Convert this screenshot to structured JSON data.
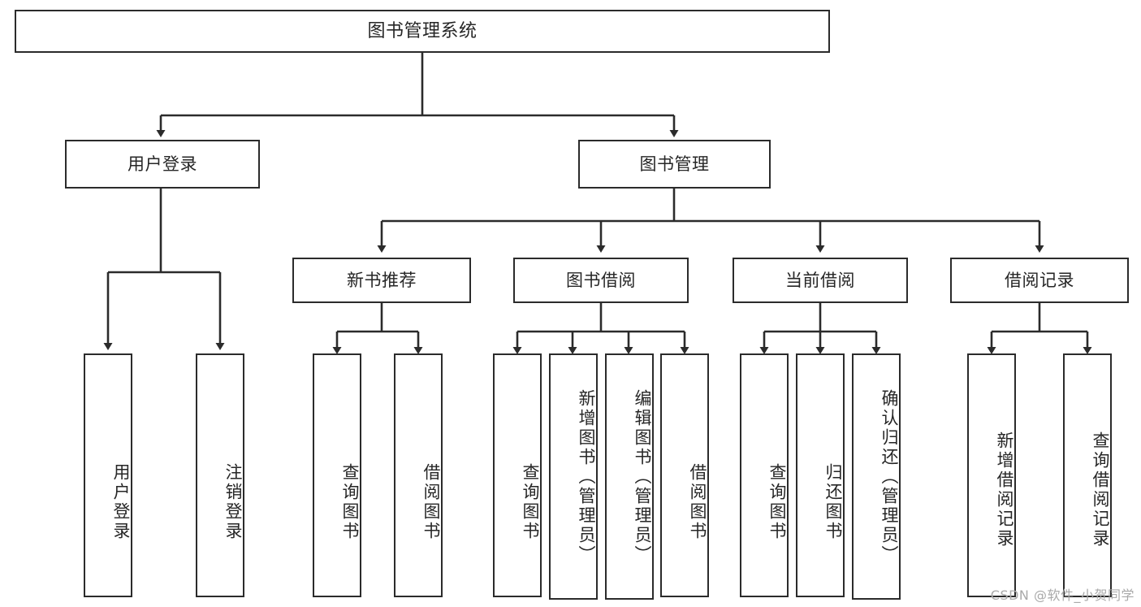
{
  "diagram": {
    "title": "图书管理系统",
    "watermark": "CSDN @软件_小贺同学",
    "colors": {
      "stroke": "#2b2b2b",
      "text": "#262626",
      "background": "#ffffff",
      "watermark": "#a9a9a9"
    },
    "root": {
      "label": "图书管理系统"
    },
    "level2": [
      {
        "label": "用户登录"
      },
      {
        "label": "图书管理"
      }
    ],
    "level3": [
      {
        "label": "新书推荐"
      },
      {
        "label": "图书借阅"
      },
      {
        "label": "当前借阅"
      },
      {
        "label": "借阅记录"
      }
    ],
    "leaves": {
      "user_login": [
        {
          "label": "用户登录"
        },
        {
          "label": "注销登录"
        }
      ],
      "new_book_recommend": [
        {
          "label": "查询图书"
        },
        {
          "label": "借阅图书"
        }
      ],
      "book_borrow": [
        {
          "label": "查询图书"
        },
        {
          "label": "新增图书（管理员）"
        },
        {
          "label": "编辑图书（管理员）"
        },
        {
          "label": "借阅图书"
        }
      ],
      "current_borrow": [
        {
          "label": "查询图书"
        },
        {
          "label": "归还图书"
        },
        {
          "label": "确认归还（管理员）"
        }
      ],
      "borrow_record": [
        {
          "label": "新增借阅记录"
        },
        {
          "label": "查询借阅记录"
        }
      ]
    }
  }
}
